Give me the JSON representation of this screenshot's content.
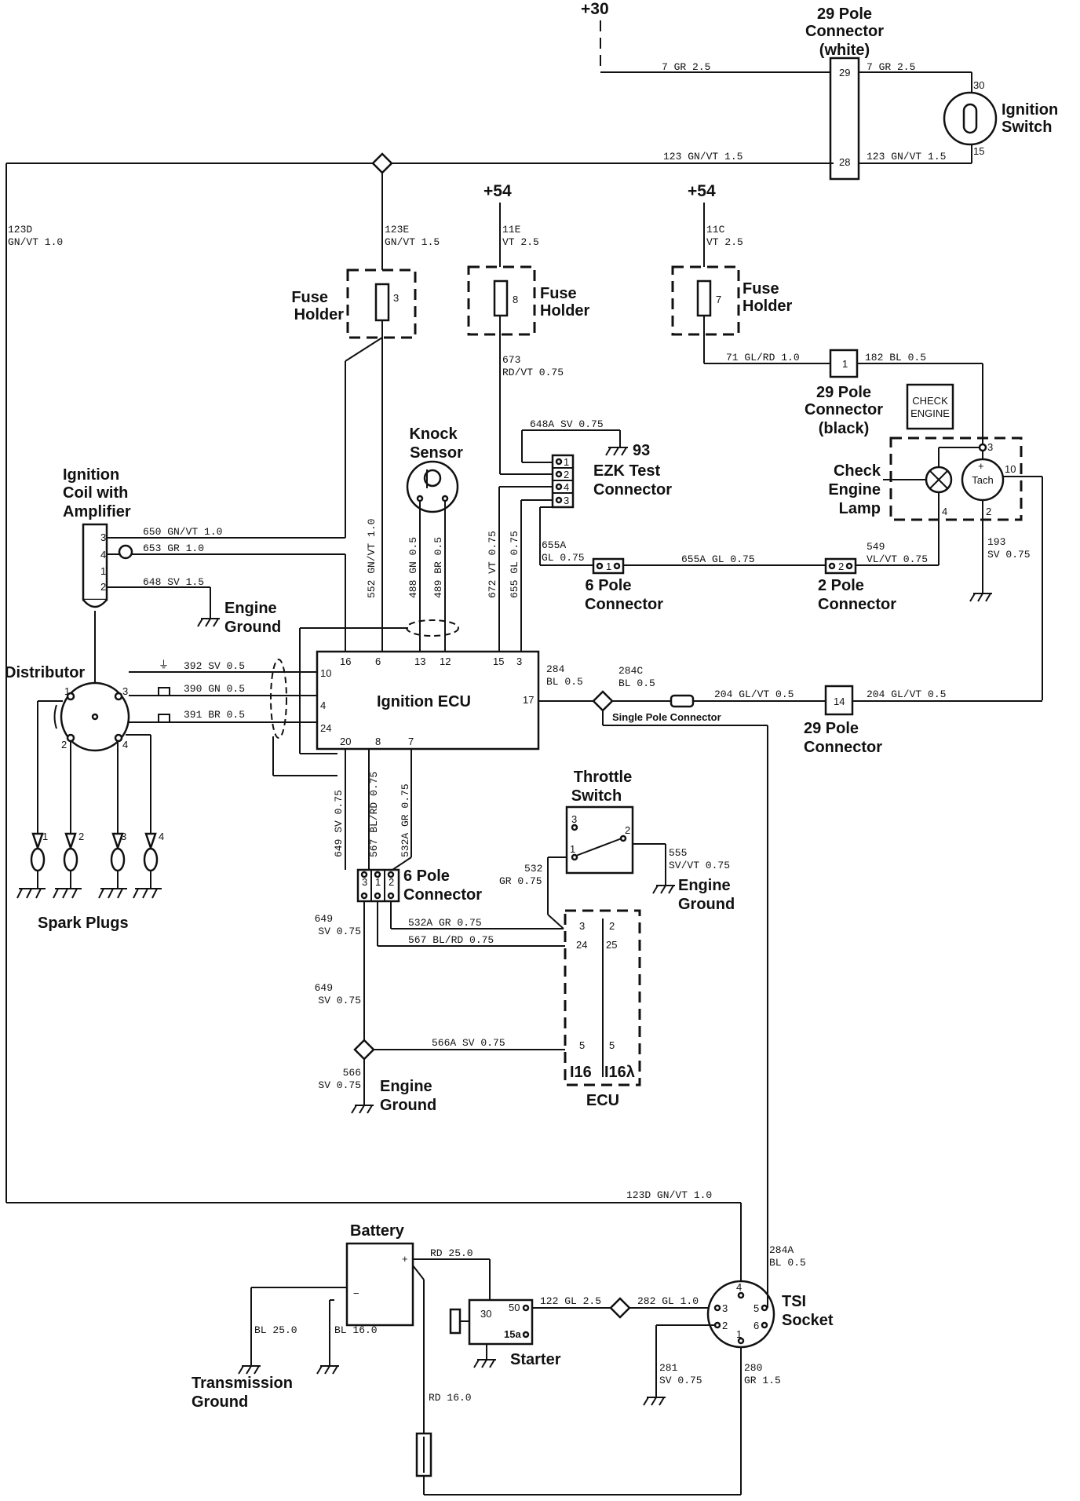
{
  "terminals": {
    "plus30": "+30",
    "plus54_a": "+54",
    "plus54_b": "+54"
  },
  "components": {
    "conn29_white": [
      "29 Pole",
      "Connector",
      "(white)"
    ],
    "ignition_switch": [
      "Ignition",
      "Switch"
    ],
    "fuse_holder": [
      "Fuse",
      "Holder"
    ],
    "conn29_black": [
      "29 Pole",
      "Connector",
      "(black)"
    ],
    "check_engine_box": [
      "CHECK",
      "ENGINE"
    ],
    "check_engine_lamp": [
      "Check",
      "Engine",
      "Lamp"
    ],
    "tach": "Tach",
    "knock_sensor": [
      "Knock",
      "Sensor"
    ],
    "ezk_test_connector": [
      "EZK Test",
      "Connector"
    ],
    "ignition_coil": [
      "Ignition",
      "Coil with",
      "Amplifier"
    ],
    "engine_ground": [
      "Engine",
      "Ground"
    ],
    "distributor": "Distributor",
    "ignition_ecu": "Ignition ECU",
    "six_pole_connector": [
      "6 Pole",
      "Connector"
    ],
    "two_pole_connector": [
      "2 Pole",
      "Connector"
    ],
    "single_pole_connector": "Single Pole Connector",
    "conn29": [
      "29 Pole",
      "Connector"
    ],
    "throttle_switch": [
      "Throttle",
      "Switch"
    ],
    "spark_plugs": "Spark Plugs",
    "ecu": "ECU",
    "battery": "Battery",
    "starter": "Starter",
    "tsi_socket": [
      "TSI",
      "Socket"
    ],
    "transmission_ground": [
      "Transmission",
      "Ground"
    ],
    "ground_93": "93"
  },
  "wires": {
    "w7_a": "7  GR  2.5",
    "w7_b": "7  GR  2.5",
    "w123_a": "123  GN/VT  1.5",
    "w123_b": "123  GN/VT  1.5",
    "w123d_top": [
      "123D",
      "GN/VT  1.0"
    ],
    "w123e": [
      "123E",
      "GN/VT  1.5"
    ],
    "w11e": [
      "11E",
      "VT  2.5"
    ],
    "w11c": [
      "11C",
      "VT  2.5"
    ],
    "w71": "71  GL/RD  1.0",
    "w182": "182  BL  0.5",
    "w673": [
      "673",
      "RD/VT  0.75"
    ],
    "w648a": "648A  SV  0.75",
    "w655a_v": [
      "655A",
      "GL  0.75"
    ],
    "w655a_h": "655A  GL  0.75",
    "w549": [
      "549",
      "VL/VT  0.75"
    ],
    "w193": [
      "193",
      "SV  0.75"
    ],
    "w650": "650  GN/VT  1.0",
    "w653": "653  GR  1.0",
    "w648": "648  SV  1.5",
    "w552": "552  GN/VT  1.0",
    "w488": "488  GN  0.5",
    "w489": "489  BR  0.5",
    "w672": "672  VT  0.75",
    "w655": "655  GL  0.75",
    "w392": "392  SV  0.5",
    "w390": "390  GN  0.5",
    "w391": "391  BR  0.5",
    "w284": [
      "284",
      "BL  0.5"
    ],
    "w284c": [
      "284C",
      "BL  0.5"
    ],
    "w204_a": "204  GL/VT  0.5",
    "w204_b": "204  GL/VT  0.5",
    "w649_v": "649  SV  0.75",
    "w567_v": "567  BL/RD  0.75",
    "w532a_v": "532A  GR  0.75",
    "w532": [
      "532",
      "GR  0.75"
    ],
    "w555": [
      "555",
      "SV/VT  0.75"
    ],
    "w532a_h": "532A  GR  0.75",
    "w567_h": "567  BL/RD  0.75",
    "w649_a": [
      "649",
      "SV  0.75"
    ],
    "w649_b": [
      "649",
      "SV  0.75"
    ],
    "w566a": "566A  SV  0.75",
    "w566": [
      "566",
      "SV  0.75"
    ],
    "w123d_bottom": "123D  GN/VT  1.0",
    "w284a": [
      "284A",
      "BL  0.5"
    ],
    "wrd25": "RD  25.0",
    "w122": "122  GL  2.5",
    "w282": "282  GL  1.0",
    "wbl25": "BL  25.0",
    "wbl16": "BL  16.0",
    "w281": [
      "281",
      "SV  0.75"
    ],
    "w280": [
      "280",
      "GR  1.5"
    ],
    "wrd16": "RD  16.0"
  },
  "pins": {
    "c29w_29": "29",
    "c29w_28": "28",
    "sw_30": "30",
    "sw_15": "15",
    "fuse3": "3",
    "fuse8": "8",
    "fuse7": "7",
    "c29b_1": "1",
    "tach_3": "3",
    "tach_10": "10",
    "tach_2": "2",
    "lamp_4": "4",
    "tach_plus": "+",
    "ezk": [
      "1",
      "2",
      "4",
      "3"
    ],
    "coil": [
      "3",
      "4",
      "1",
      "2"
    ],
    "dist": [
      "1",
      "3",
      "2",
      "4"
    ],
    "plugs": [
      "1",
      "2",
      "3",
      "4"
    ],
    "ecu_top": [
      "16",
      "6",
      "13",
      "12",
      "15",
      "3"
    ],
    "ecu_left": [
      "10",
      "4",
      "24"
    ],
    "ecu_bottom": [
      "20",
      "8",
      "7"
    ],
    "ecu_right": "17",
    "six_pole_a": "1",
    "two_pole": "2",
    "c29_14": "14",
    "thr": [
      "3",
      "1",
      "2"
    ],
    "six_pole_b": [
      "3",
      "1",
      "2"
    ],
    "ecu2": [
      "3",
      "2",
      "24",
      "25",
      "5",
      "5"
    ],
    "ecu2_i16": "I16",
    "ecu2_i16l": "I16λ",
    "bat_plus": "+",
    "bat_minus": "−",
    "starter_30": "30",
    "starter_50": "50",
    "starter_15a": "15a",
    "tsi": [
      "4",
      "3",
      "5",
      "2",
      "6",
      "1"
    ]
  },
  "colors": {
    "line": "#111111",
    "background": "#ffffff"
  }
}
